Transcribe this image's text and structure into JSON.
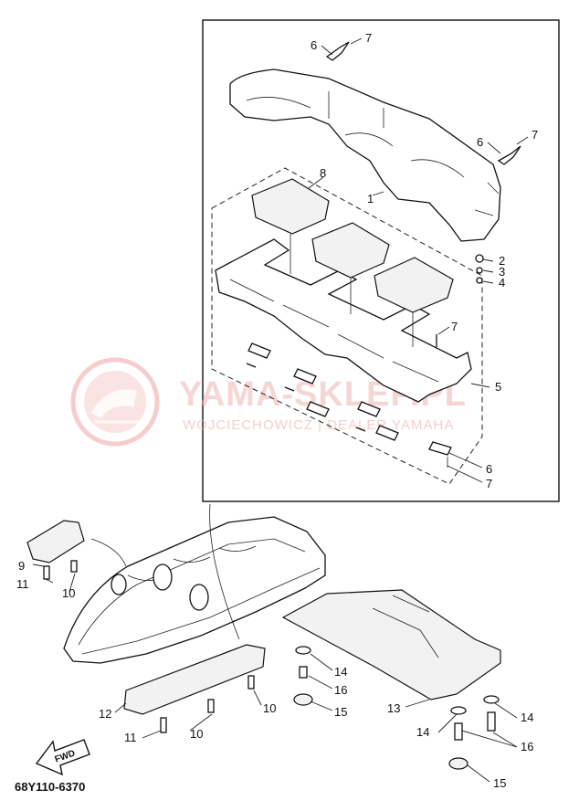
{
  "diagram": {
    "part_code": "68Y110-6370",
    "fwd_label": "FWD",
    "watermark": {
      "title": "YAMA-SKLEP.PL",
      "subtitle": "WOJCIECHOWICZ | DEALER YAMAHA"
    },
    "callouts": [
      {
        "id": "c1",
        "label": "1"
      },
      {
        "id": "c2",
        "label": "2"
      },
      {
        "id": "c3",
        "label": "3"
      },
      {
        "id": "c4",
        "label": "4"
      },
      {
        "id": "c5",
        "label": "5"
      },
      {
        "id": "c6a",
        "label": "6"
      },
      {
        "id": "c6b",
        "label": "6"
      },
      {
        "id": "c6c",
        "label": "6"
      },
      {
        "id": "c7a",
        "label": "7"
      },
      {
        "id": "c7b",
        "label": "7"
      },
      {
        "id": "c7c",
        "label": "7"
      },
      {
        "id": "c7d",
        "label": "7"
      },
      {
        "id": "c8",
        "label": "8"
      },
      {
        "id": "c9",
        "label": "9"
      },
      {
        "id": "c10a",
        "label": "10"
      },
      {
        "id": "c10b",
        "label": "10"
      },
      {
        "id": "c10c",
        "label": "10"
      },
      {
        "id": "c11a",
        "label": "11"
      },
      {
        "id": "c11b",
        "label": "11"
      },
      {
        "id": "c12",
        "label": "12"
      },
      {
        "id": "c13",
        "label": "13"
      },
      {
        "id": "c14a",
        "label": "14"
      },
      {
        "id": "c14b",
        "label": "14"
      },
      {
        "id": "c14c",
        "label": "14"
      },
      {
        "id": "c15a",
        "label": "15"
      },
      {
        "id": "c15b",
        "label": "15"
      },
      {
        "id": "c16a",
        "label": "16"
      },
      {
        "id": "c16b",
        "label": "16"
      }
    ]
  }
}
